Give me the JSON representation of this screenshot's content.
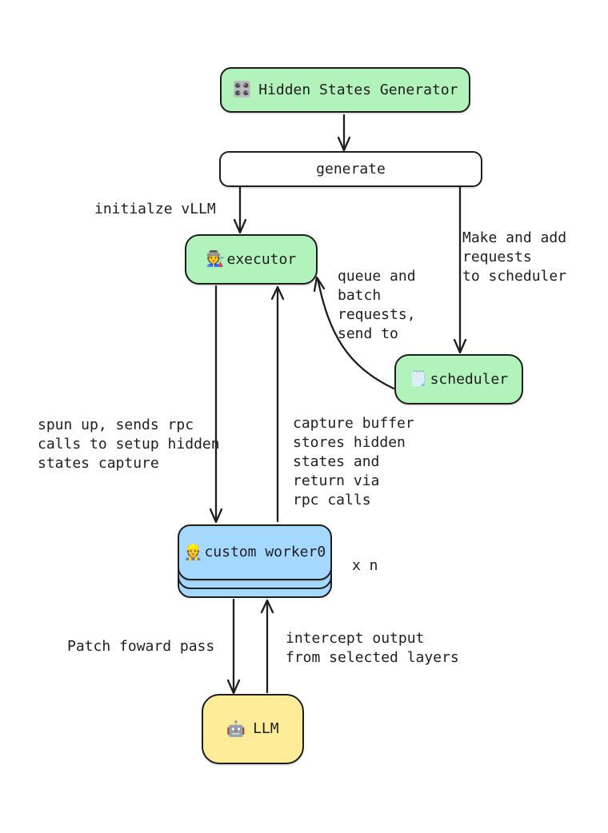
{
  "palette": {
    "stroke": "#1e1e1e",
    "node_green": "#b2f2bb",
    "node_blue": "#a5d8ff",
    "node_yellow": "#ffec99",
    "node_white": "#ffffff",
    "background": "#ffffff"
  },
  "nodes": {
    "generator": {
      "icon": "🎛️",
      "label": "Hidden States Generator"
    },
    "generate": {
      "label": "generate"
    },
    "executor": {
      "icon": "🧑‍🏭",
      "label": "executor"
    },
    "scheduler": {
      "icon": "🗒️",
      "label": "scheduler"
    },
    "worker": {
      "icon": "👷",
      "label": "custom worker0",
      "multiplier": "x n"
    },
    "llm": {
      "icon": "🤖",
      "label": "LLM"
    }
  },
  "annotations": {
    "init_vllm": "initialze vLLM",
    "make_requests": "Make and add\nrequests\nto scheduler",
    "queue_batch": "queue and\nbatch\nrequests,\nsend to",
    "spun_up": "spun up, sends rpc\ncalls to setup hidden\nstates capture",
    "capture_buffer": "capture buffer\nstores hidden\nstates and\nreturn via\nrpc calls",
    "patch_forward": "Patch foward pass",
    "intercept": "intercept output\nfrom selected layers"
  }
}
